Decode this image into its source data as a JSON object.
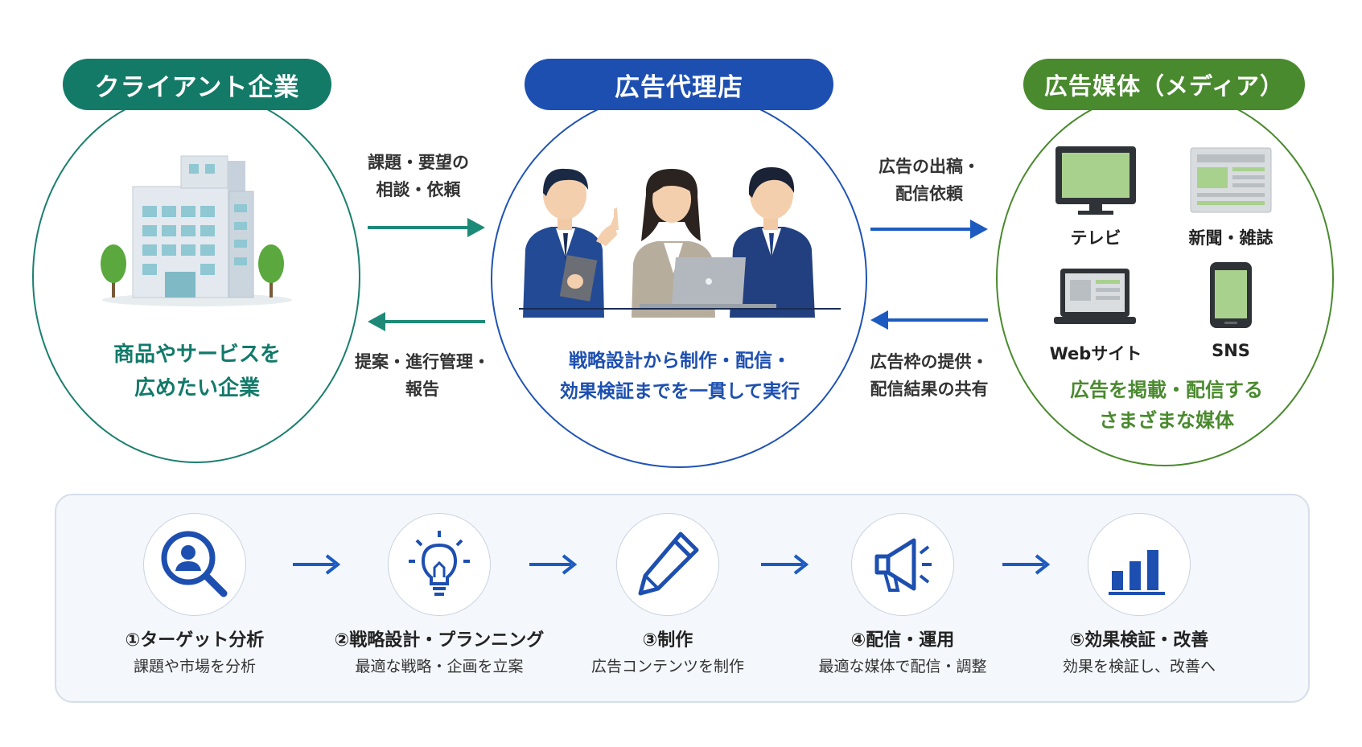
{
  "colors": {
    "teal": "#127a6a",
    "blue": "#1d4fb0",
    "green": "#4a8a2e",
    "arrow_blue": "#1d5bc0"
  },
  "client": {
    "title": "クライアント企業",
    "desc_line1": "商品やサービスを",
    "desc_line2": "広めたい企業",
    "icon": "office-building-icon"
  },
  "agency": {
    "title": "広告代理店",
    "desc_line1": "戦略設計から制作・配信・",
    "desc_line2": "効果検証までを一貫して実行",
    "icon": "business-team-illustration"
  },
  "media": {
    "title": "広告媒体（メディア）",
    "items": [
      {
        "label": "テレビ",
        "icon": "tv-icon"
      },
      {
        "label": "新聞・雑誌",
        "icon": "newspaper-icon"
      },
      {
        "label": "Webサイト",
        "icon": "laptop-icon"
      },
      {
        "label": "SNS",
        "icon": "smartphone-icon"
      }
    ],
    "desc_line1": "広告を掲載・配信する",
    "desc_line2": "さまざまな媒体"
  },
  "flows": {
    "client_to_agency_line1": "課題・要望の",
    "client_to_agency_line2": "相談・依頼",
    "agency_to_client_line1": "提案・進行管理・",
    "agency_to_client_line2": "報告",
    "agency_to_media_line1": "広告の出稿・",
    "agency_to_media_line2": "配信依頼",
    "media_to_agency_line1": "広告枠の提供・",
    "media_to_agency_line2": "配信結果の共有"
  },
  "steps": [
    {
      "title": "①ターゲット分析",
      "desc": "課題や市場を分析",
      "icon": "user-search-icon"
    },
    {
      "title": "②戦略設計・プランニング",
      "desc": "最適な戦略・企画を立案",
      "icon": "lightbulb-icon"
    },
    {
      "title": "③制作",
      "desc": "広告コンテンツを制作",
      "icon": "pencil-icon"
    },
    {
      "title": "④配信・運用",
      "desc": "最適な媒体で配信・調整",
      "icon": "megaphone-icon"
    },
    {
      "title": "⑤効果検証・改善",
      "desc": "効果を検証し、改善へ",
      "icon": "bar-chart-icon"
    }
  ]
}
